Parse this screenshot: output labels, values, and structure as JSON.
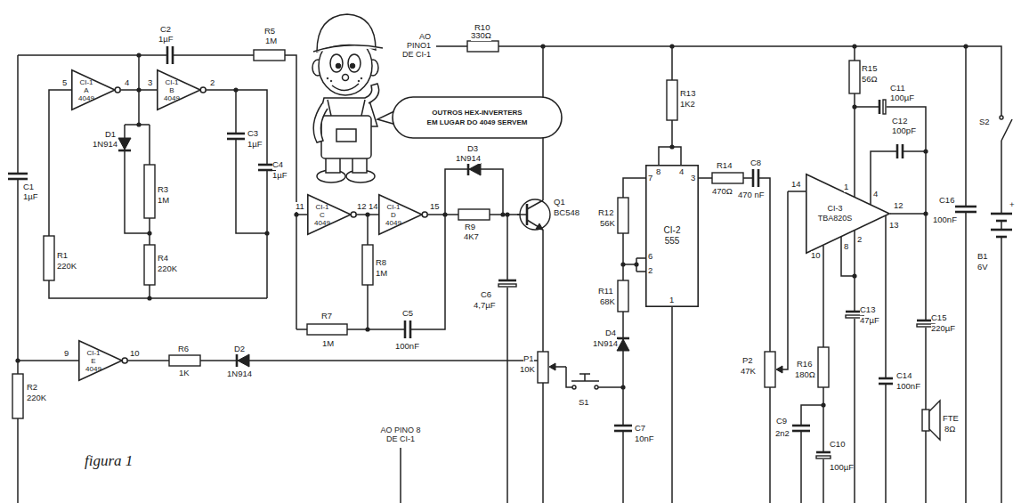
{
  "diagram": {
    "caption": "figura 1",
    "nodes": [
      {
        "text": [
          "OUTROS HEX-INVERTERS",
          "EM LUGAR DO 4049 SERVEM"
        ]
      },
      {
        "text": [
          "CI-1",
          "A",
          "4049"
        ]
      },
      {
        "text": [
          "CI-1",
          "B",
          "4049"
        ]
      },
      {
        "text": [
          "CI-1",
          "C",
          "4049"
        ]
      },
      {
        "text": [
          "CI-1",
          "D",
          "4049"
        ]
      },
      {
        "text": [
          "CI-1",
          "E",
          "4049"
        ]
      },
      {
        "text": [
          "CI-2",
          "555"
        ]
      },
      {
        "text": [
          "CI-3",
          "TBA820S"
        ]
      }
    ],
    "edges": [
      {
        "from": 1,
        "to": 2,
        "arrow": "none"
      },
      {
        "from": 3,
        "to": 4,
        "arrow": "none"
      }
    ],
    "labels": [
      "C2",
      "1µF",
      "R5",
      "1M",
      "AO PINO1 DE CI-1",
      "R10",
      "330Ω",
      "5",
      "4",
      "3",
      "2",
      "C1",
      "1µF",
      "D1",
      "1N914",
      "R1",
      "220K",
      "R3",
      "1M",
      "R4",
      "220K",
      "C3",
      "1µF",
      "C4",
      "1µF",
      "11",
      "12",
      "14",
      "15",
      "D3",
      "1N914",
      "R9",
      "4K7",
      "Q1",
      "BC548",
      "C6",
      "4,7µF",
      "R8",
      "1M",
      "R7",
      "1M",
      "C5",
      "100nF",
      "9",
      "10",
      "R6",
      "1K",
      "D2",
      "1N914",
      "R2",
      "220K",
      "figura 1",
      "AO PINO 8 DE CI-1",
      "P1",
      "10K",
      "S1",
      "R12",
      "56K",
      "R11",
      "68K",
      "D4",
      "1N914",
      "C7",
      "10nF",
      "8",
      "4",
      "7",
      "3",
      "6",
      "2",
      "1",
      "R13",
      "1K2",
      "R14",
      "470Ω",
      "C8",
      "470 nF",
      "P2",
      "47K",
      "14",
      "1",
      "4",
      "12",
      "13",
      "2",
      "10",
      "8",
      "R15",
      "56Ω",
      "C11",
      "100µF",
      "C12",
      "100pF",
      "C16",
      "100nF",
      "S2",
      "+",
      "B1",
      "6V",
      "C13",
      "47µF",
      "C14",
      "100nF",
      "C15",
      "220µF",
      "FTE",
      "8Ω",
      "R16",
      "180Ω",
      "C9",
      "2n2",
      "C10",
      "100µF"
    ]
  }
}
